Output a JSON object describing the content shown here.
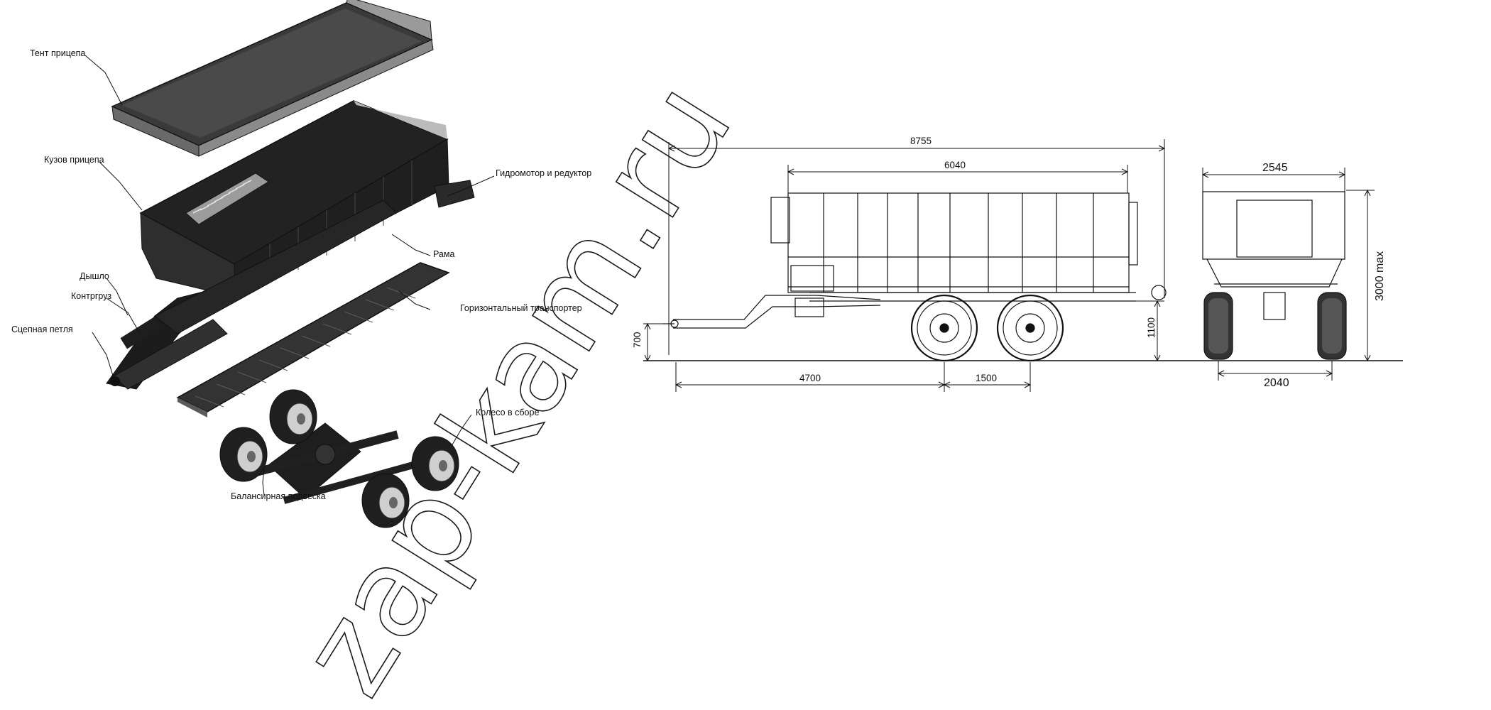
{
  "exploded_view": {
    "labels": {
      "tent": "Тент прицепа",
      "body": "Кузов прицепа",
      "hydromotor": "Гидромотор и редуктор",
      "frame": "Рама",
      "drawbar": "Дышло",
      "counterweight": "Контргруз",
      "hitch_loop": "Сцепная петля",
      "conveyor": "Горизонтальный транспортер",
      "wheel": "Колесо в сборе",
      "suspension": "Балансирная подвеска"
    }
  },
  "side_view": {
    "dimensions": {
      "overall_length": "8755",
      "body_length": "6040",
      "hitch_height": "700",
      "body_floor_height": "1100",
      "hitch_to_axle": "4700",
      "axle_spacing": "1500"
    }
  },
  "rear_view": {
    "dimensions": {
      "overall_width": "2545",
      "max_height": "3000 max",
      "track_width": "2040"
    }
  },
  "watermark": {
    "text": "zap-kam.ru"
  },
  "colors": {
    "line": "#111111",
    "part_fill": "#2b2b2b",
    "background": "#ffffff"
  }
}
